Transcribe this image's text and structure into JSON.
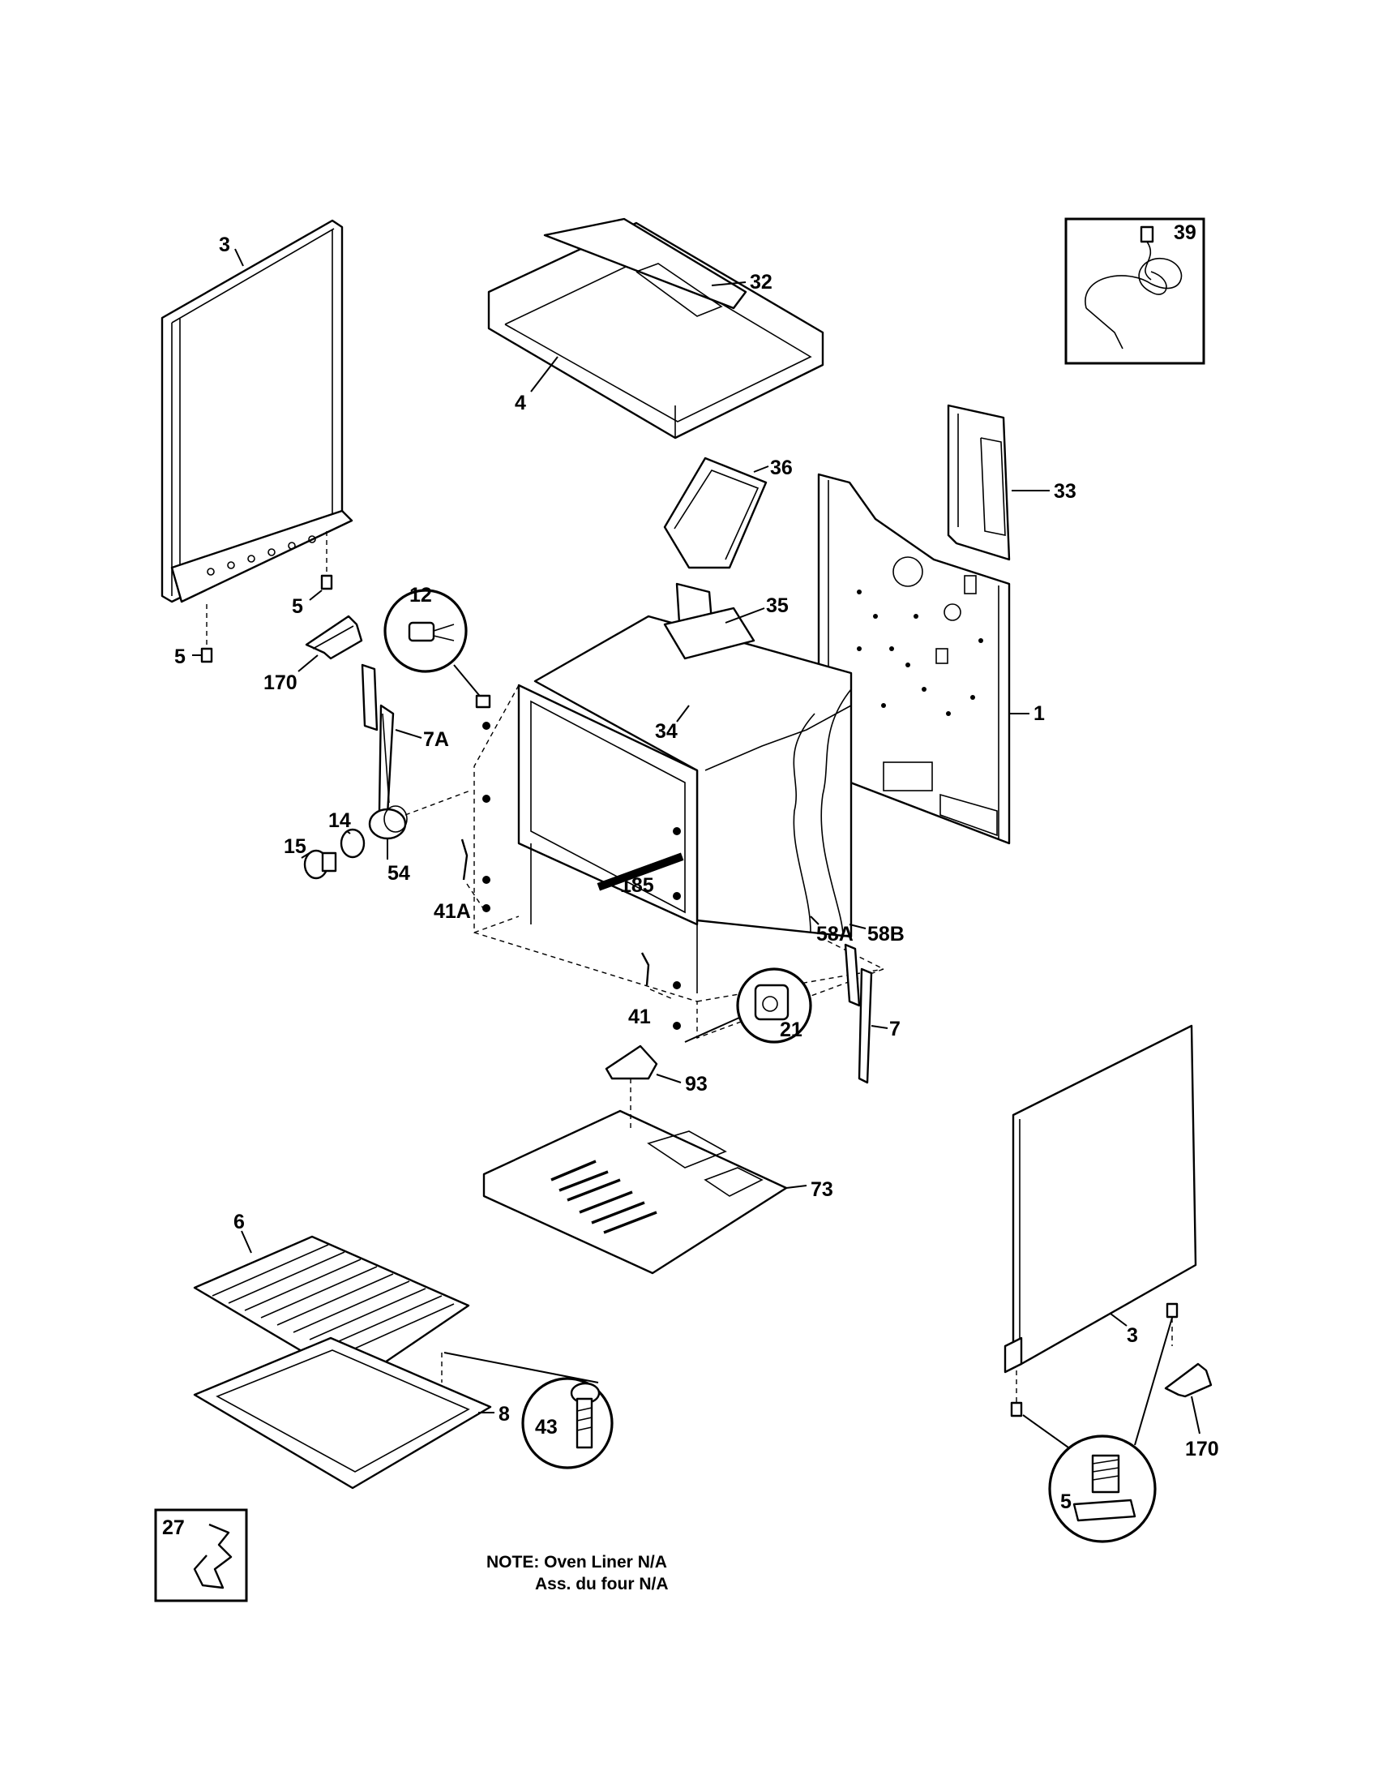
{
  "diagram": {
    "labels": {
      "l1": "1",
      "l3a": "3",
      "l3b": "3",
      "l4": "4",
      "l5a": "5",
      "l5b": "5",
      "l5c": "5",
      "l6": "6",
      "l7": "7",
      "l7a": "7A",
      "l8": "8",
      "l12": "12",
      "l14": "14",
      "l15": "15",
      "l21": "21",
      "l27": "27",
      "l32": "32",
      "l33": "33",
      "l34": "34",
      "l35": "35",
      "l36": "36",
      "l39": "39",
      "l41": "41",
      "l41a": "41A",
      "l43": "43",
      "l54": "54",
      "l58a": "58A",
      "l58b": "58B",
      "l73": "73",
      "l93": "93",
      "l170a": "170",
      "l170b": "170",
      "l185": "185"
    },
    "note": {
      "line1": "NOTE: Oven Liner N/A",
      "line2": "Ass. du four N/A"
    }
  }
}
